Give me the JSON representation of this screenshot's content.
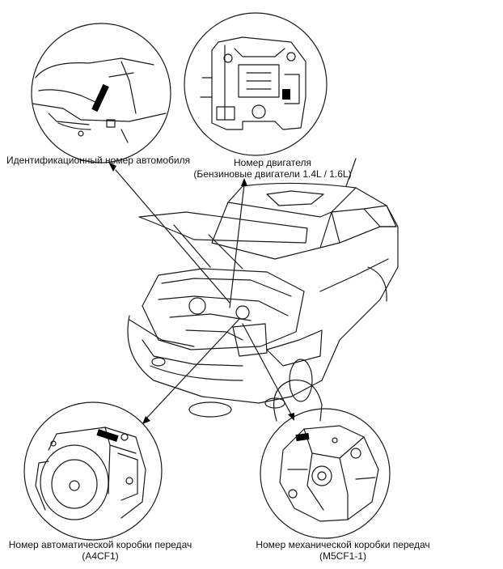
{
  "labels": {
    "vin": "Идентификационный номер автомобиля",
    "engine_title": "Номер двигателя",
    "engine_sub": "(Бензиновые двигатели 1.4L / 1.6L)",
    "auto_trans_title": "Номер автоматической коробки передач",
    "auto_trans_model": "(A4CF1)",
    "manual_trans_title": "Номер механической коробки передач",
    "manual_trans_model": "(M5CF1-1)"
  },
  "colors": {
    "line": "#1a1a1a",
    "marker": "#000000",
    "background": "#ffffff"
  }
}
